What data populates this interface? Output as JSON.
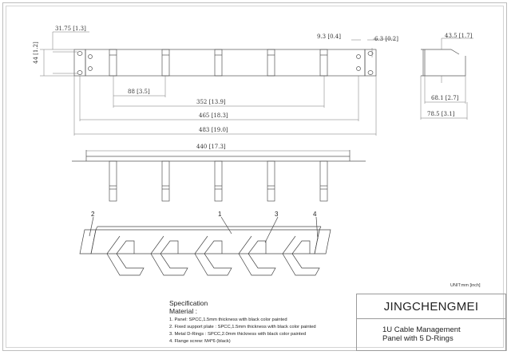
{
  "drawing": {
    "front_view_dimensions": [
      {
        "id": "hole_offset",
        "label": "31.75 [1.3]"
      },
      {
        "id": "height",
        "label": "44 [1.2]"
      },
      {
        "id": "ring_pitch",
        "label": "88 [3.5]"
      },
      {
        "id": "ring_span",
        "label": "352 [13.9]"
      },
      {
        "id": "hole_center_width",
        "label": "465 [18.3]"
      },
      {
        "id": "overall_width",
        "label": "483 [19.0]"
      },
      {
        "id": "slot_width",
        "label": "9.3 [0.4]"
      },
      {
        "id": "slot_height",
        "label": "6.3 [0.2]"
      }
    ],
    "side_view_dimensions": [
      {
        "id": "flange_depth",
        "label": "43.5 [1.7]"
      },
      {
        "id": "ring_depth",
        "label": "68.1 [2.7]"
      },
      {
        "id": "overall_depth",
        "label": "78.5 [3.1]"
      }
    ],
    "top_view_dimensions": [
      {
        "id": "panel_inner_width",
        "label": "440 [17.3]"
      }
    ],
    "callouts": [
      "2",
      "1",
      "3",
      "4"
    ],
    "unit_note": "UNIT:mm [inch]"
  },
  "specification": {
    "heading": "Specification",
    "material_label": "Material :",
    "items": [
      "1.  Panel: SPCC,1.5mm thickness with black color painted",
      "2.  Fixed support plate : SPCC,1.5mm thickness with black color painted",
      "3.  Metal  D-Rings : SPCC,2.0mm thickness with black color painted",
      "4.  Flange screw: M4*6 (black)"
    ]
  },
  "title_block": {
    "brand": "JINGCHENGMEI",
    "description_line1": "1U Cable Management",
    "description_line2": "Panel with 5 D-Rings"
  },
  "colors": {
    "line": "#555555",
    "text": "#222222",
    "border": "#bdbdbd"
  }
}
